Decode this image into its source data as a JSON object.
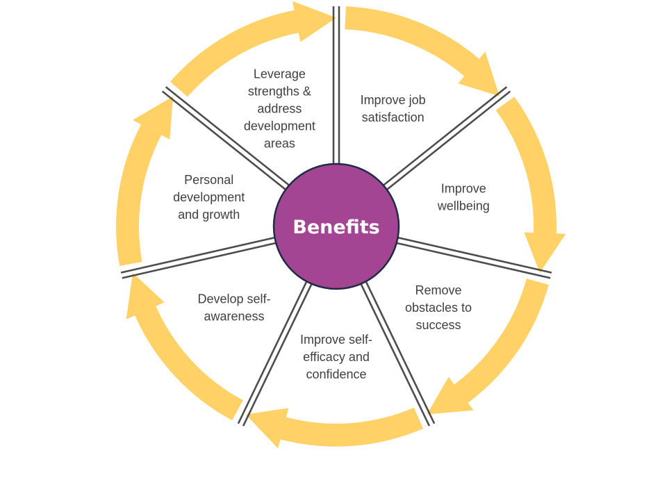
{
  "center": {
    "label": "Benefits"
  },
  "segments": [
    {
      "lines": [
        "Improve job",
        "satisfaction"
      ]
    },
    {
      "lines": [
        "Improve",
        "wellbeing"
      ]
    },
    {
      "lines": [
        "Remove",
        "obstacles to",
        "success"
      ]
    },
    {
      "lines": [
        "Improve self-",
        "efficacy and",
        "confidence"
      ]
    },
    {
      "lines": [
        "Develop self-",
        "awareness"
      ]
    },
    {
      "lines": [
        "Personal",
        "development",
        "and growth"
      ]
    },
    {
      "lines": [
        "Leverage",
        "strengths &",
        "address",
        "development",
        "areas"
      ]
    }
  ],
  "colors": {
    "arrow": "#FFD166",
    "center_fill": "#A44594",
    "center_stroke": "#1F2A44",
    "spoke": "#4D4D4D",
    "text": "#3F3F3F"
  }
}
